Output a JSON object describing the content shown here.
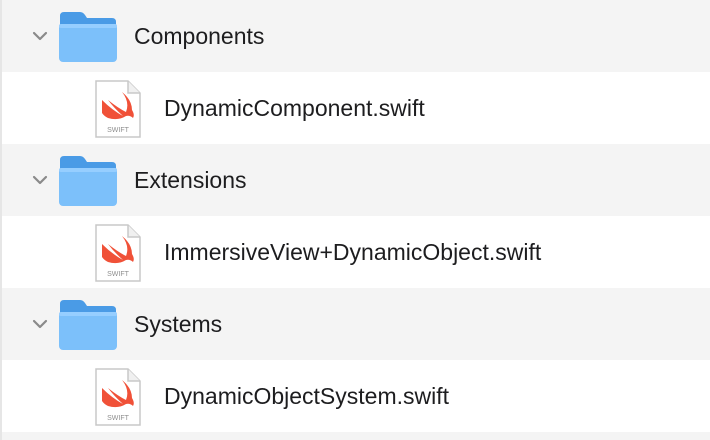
{
  "tree": {
    "folders": [
      {
        "name": "Components",
        "expanded": true,
        "files": [
          "DynamicComponent.swift"
        ]
      },
      {
        "name": "Extensions",
        "expanded": true,
        "files": [
          "ImmersiveView+DynamicObject.swift"
        ]
      },
      {
        "name": "Systems",
        "expanded": true,
        "files": [
          "DynamicObjectSystem.swift"
        ]
      }
    ]
  },
  "icons": {
    "folder": "folder-icon",
    "file": "swift-file-icon",
    "disclosure": "chevron-down-icon",
    "file_badge": "SWIFT"
  },
  "colors": {
    "folder_row_bg": "#f4f4f4",
    "folder_blue": "#5aaaf0",
    "swift_orange": "#f05138"
  }
}
